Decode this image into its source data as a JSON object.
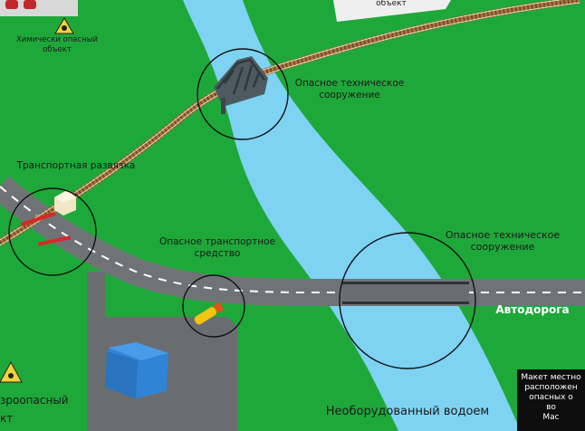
{
  "labels": {
    "chemical_object": [
      "Химически опасный",
      "объект"
    ],
    "top_object": "объект",
    "hazard_structure_top": [
      "Опасное техническое",
      "сооружение"
    ],
    "transport_junction": "Транспортная развязка",
    "hazard_vehicle": [
      "Опасное транспортное",
      "средство"
    ],
    "hazard_structure_right": [
      "Опасное техническое",
      "сооружение"
    ],
    "road": "Автодорога",
    "water_body": "Необорудованный водоем",
    "explosive_object": [
      "зроопасный",
      "кт"
    ]
  },
  "info_panel": {
    "lines": [
      "Макет местно",
      "расположен",
      "опасных о",
      "во",
      "",
      "Мас"
    ]
  },
  "colors": {
    "grass": "#1fa83a",
    "water": "#7ed3f2",
    "road": "#707376",
    "railway": "#a8743e",
    "building": "#2f84d6"
  }
}
